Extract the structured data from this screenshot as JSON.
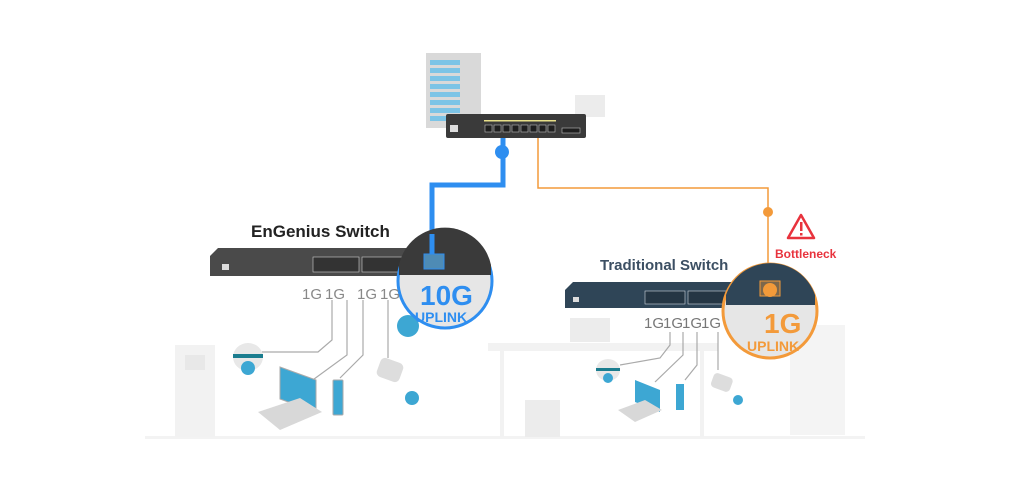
{
  "diagram": {
    "core_switch": {
      "name": "core-switch"
    },
    "engenius": {
      "title": "EnGenius Switch",
      "port_labels": [
        "1G",
        "1G",
        "1G",
        "1G"
      ],
      "uplink_speed": "10G",
      "uplink_label": "UPLINK",
      "color": "#2e8ef0"
    },
    "traditional": {
      "title": "Traditional Switch",
      "port_labels": [
        "1G",
        "1G",
        "1G",
        "1G"
      ],
      "uplink_speed": "1G",
      "uplink_label": "UPLINK",
      "color": "#f39a3a",
      "warning": "Bottleneck",
      "warning_color": "#e8333d"
    },
    "devices": [
      "dome-camera",
      "laptop",
      "tablet",
      "bullet-camera"
    ]
  }
}
